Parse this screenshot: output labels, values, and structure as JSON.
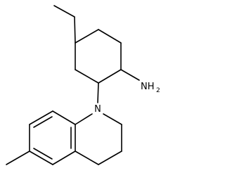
{
  "molecule": {
    "atoms": {
      "nitrogen": "N",
      "amine_element": "NH",
      "amine_subscript": "2"
    }
  }
}
